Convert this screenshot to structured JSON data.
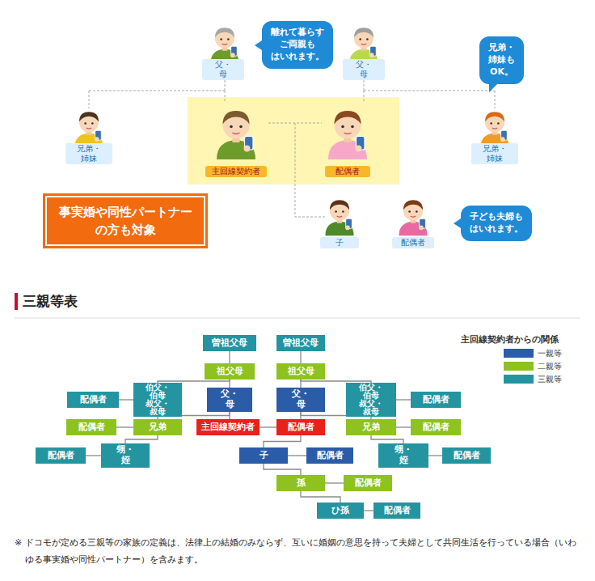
{
  "diagram": {
    "title": "三親等表",
    "caption": "※ ドコモが定める三親等の家族の定義は、法律上の結婚のみならず、互いに婚姻の意思を持って夫婦として共同生活を行っている場合（いわゆる事実婚や同性パートナー）を含みます。",
    "nodes": [
      {
        "text": [
          "父・母"
        ]
      },
      {
        "text": [
          "離れて暮らす ご両親も はいれます。"
        ]
      },
      {
        "text": [
          "父・母"
        ]
      },
      {
        "text": [
          "兄弟・姉妹も OK。"
        ]
      },
      {
        "text": [
          "兄弟・姉妹"
        ]
      },
      {
        "text": [
          "兄弟・姉妹"
        ]
      },
      {
        "text": [
          "主回線契約者"
        ]
      },
      {
        "text": [
          "配偶者"
        ]
      },
      {
        "text": [
          "事実婚や同性パートナー の方も対象"
        ]
      },
      {
        "text": [
          "子"
        ]
      },
      {
        "text": [
          "配偶者"
        ]
      },
      {
        "text": [
          "子ども夫婦も はいれます。"
        ]
      },
      {
        "text": [
          "曽祖父母"
        ]
      },
      {
        "text": [
          "曽祖父母"
        ]
      },
      {
        "text": [
          "祖父母"
        ]
      },
      {
        "text": [
          "祖父母"
        ]
      },
      {
        "text": [
          "配偶者"
        ]
      },
      {
        "text": [
          "伯父・伯母 叔父・叔母"
        ]
      },
      {
        "text": [
          "父・母"
        ]
      },
      {
        "text": [
          "父・母"
        ]
      },
      {
        "text": [
          "伯父・伯母 叔父・叔母"
        ]
      },
      {
        "text": [
          "配偶者"
        ]
      },
      {
        "text": [
          "配偶者"
        ]
      },
      {
        "text": [
          "兄弟"
        ]
      },
      {
        "text": [
          "主回線契約者"
        ]
      },
      {
        "text": [
          "配偶者"
        ]
      },
      {
        "text": [
          "兄弟"
        ]
      },
      {
        "text": [
          "配偶者"
        ]
      },
      {
        "text": [
          "配偶者"
        ]
      },
      {
        "text": [
          "甥・姪"
        ]
      },
      {
        "text": [
          "子"
        ]
      },
      {
        "text": [
          "配偶者"
        ]
      },
      {
        "text": [
          "甥・姪"
        ]
      },
      {
        "text": [
          "配偶者"
        ]
      },
      {
        "text": [
          "孫"
        ]
      },
      {
        "text": [
          "配偶者"
        ]
      },
      {
        "text": [
          "ひ孫"
        ]
      },
      {
        "text": [
          "配偶者"
        ]
      }
    ],
    "edges": [
      {
        "from": 12,
        "to": 14,
        "arrow": "none"
      },
      {
        "from": 13,
        "to": 15,
        "arrow": "none"
      },
      {
        "from": 14,
        "to": 18,
        "arrow": "none"
      },
      {
        "from": 14,
        "to": 17,
        "arrow": "none"
      },
      {
        "from": 15,
        "to": 19,
        "arrow": "none"
      },
      {
        "from": 15,
        "to": 20,
        "arrow": "none"
      },
      {
        "from": 16,
        "to": 17,
        "arrow": "none"
      },
      {
        "from": 20,
        "to": 21,
        "arrow": "none"
      },
      {
        "from": 18,
        "to": 24,
        "arrow": "none"
      },
      {
        "from": 18,
        "to": 23,
        "arrow": "none"
      },
      {
        "from": 19,
        "to": 25,
        "arrow": "none"
      },
      {
        "from": 19,
        "to": 26,
        "arrow": "none"
      },
      {
        "from": 22,
        "to": 23,
        "arrow": "none"
      },
      {
        "from": 26,
        "to": 27,
        "arrow": "none"
      },
      {
        "from": 23,
        "to": 29,
        "arrow": "none"
      },
      {
        "from": 26,
        "to": 32,
        "arrow": "none"
      },
      {
        "from": 24,
        "to": 25,
        "arrow": "none"
      },
      {
        "from": 25,
        "to": 30,
        "arrow": "none"
      },
      {
        "from": 28,
        "to": 29,
        "arrow": "none"
      },
      {
        "from": 32,
        "to": 33,
        "arrow": "none"
      },
      {
        "from": 30,
        "to": 31,
        "arrow": "none"
      },
      {
        "from": 30,
        "to": 34,
        "arrow": "none"
      },
      {
        "from": 34,
        "to": 35,
        "arrow": "none"
      },
      {
        "from": 34,
        "to": 36,
        "arrow": "none"
      },
      {
        "from": 36,
        "to": 37,
        "arrow": "none"
      }
    ],
    "labels": [
      "主回線契約者からの関係"
    ],
    "legend": [
      {
        "text": "一親等",
        "color": "#2b5ca8"
      },
      {
        "text": "二親等",
        "color": "#8dc21f"
      },
      {
        "text": "三親等",
        "color": "#2394a0"
      }
    ]
  }
}
